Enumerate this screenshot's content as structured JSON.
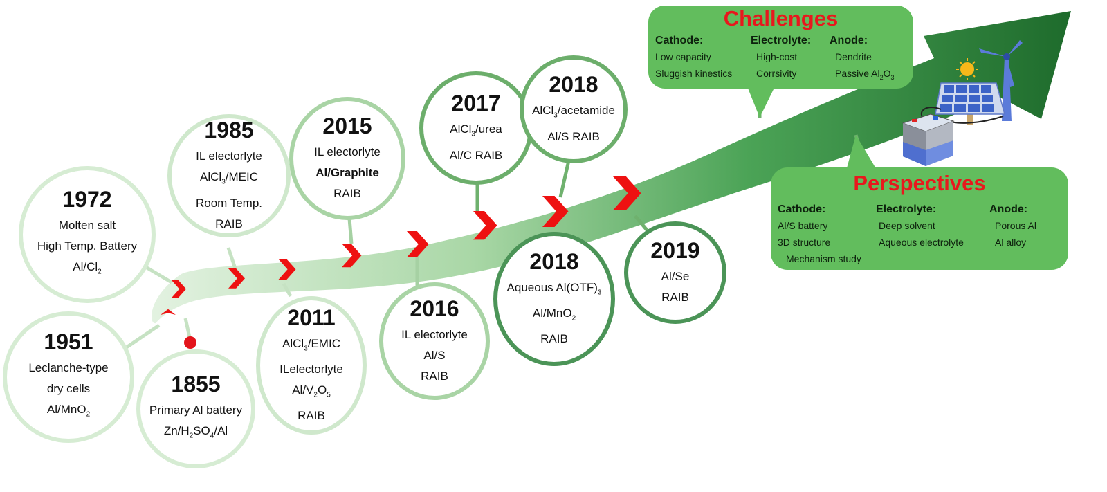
{
  "milestones": [
    {
      "id": "m1855",
      "year": "1855",
      "lines": [
        {
          "t": "Primary Al battery"
        },
        {
          "t": "Zn/H|2|SO|4|/Al"
        }
      ]
    },
    {
      "id": "m1951",
      "year": "1951",
      "lines": [
        {
          "t": "Leclanche-type"
        },
        {
          "t": "dry cells"
        },
        {
          "t": "Al/MnO|2"
        }
      ]
    },
    {
      "id": "m1972",
      "year": "1972",
      "lines": [
        {
          "t": "Molten salt"
        },
        {
          "t": "High Temp. Battery"
        },
        {
          "t": "Al/Cl|2"
        }
      ]
    },
    {
      "id": "m1985",
      "year": "1985",
      "lines": [
        {
          "t": "IL electorlyte"
        },
        {
          "t": "AlCl|3|/MEIC"
        },
        {
          "t": "Room Temp."
        },
        {
          "t": "RAIB"
        }
      ]
    },
    {
      "id": "m2011",
      "year": "2011",
      "lines": [
        {
          "t": "AlCl|3|/EMIC"
        },
        {
          "t": "ILelectorlyte"
        },
        {
          "t": "Al/V|2|O|5"
        },
        {
          "t": "RAIB"
        }
      ]
    },
    {
      "id": "m2015",
      "year": "2015",
      "lines": [
        {
          "t": "IL electorlyte"
        },
        {
          "t": "Al/Graphite",
          "b": true
        },
        {
          "t": "RAIB"
        }
      ]
    },
    {
      "id": "m2016",
      "year": "2016",
      "lines": [
        {
          "t": "IL electorlyte"
        },
        {
          "t": "Al/S"
        },
        {
          "t": "RAIB"
        }
      ]
    },
    {
      "id": "m2017",
      "year": "2017",
      "lines": [
        {
          "t": "AlCl|3|/urea"
        },
        {
          "t": "Al/C  RAIB"
        }
      ]
    },
    {
      "id": "m2018a",
      "year": "2018",
      "lines": [
        {
          "t": "AlCl|3|/acetamide"
        },
        {
          "t": "Al/S RAIB"
        }
      ]
    },
    {
      "id": "m2018b",
      "year": "2018",
      "lines": [
        {
          "t": "Aqueous Al(OTF)|3"
        },
        {
          "t": "Al/MnO|2"
        },
        {
          "t": "RAIB"
        }
      ]
    },
    {
      "id": "m2019",
      "year": "2019",
      "lines": [
        {
          "t": "Al/Se"
        },
        {
          "t": "RAIB"
        }
      ]
    }
  ],
  "challenges": {
    "title": "Challenges",
    "columns": [
      {
        "heading": "Cathode:",
        "items": [
          "Low capacity",
          "Sluggish kinestics"
        ]
      },
      {
        "heading": "Electrolyte:",
        "items": [
          "High-cost",
          "Corrsivity"
        ]
      },
      {
        "heading": "Anode:",
        "items": [
          "Dendrite",
          "Passive Al|2|O|3"
        ]
      }
    ]
  },
  "perspectives": {
    "title": "Perspectives",
    "columns": [
      {
        "heading": "Cathode:",
        "items": [
          "Al/S battery",
          "3D structure",
          "Mechanism study"
        ]
      },
      {
        "heading": "Electrolyte:",
        "items": [
          "Deep solvent",
          "Aqueous electrolyte"
        ]
      },
      {
        "heading": "Anode:",
        "items": [
          "Porous Al",
          "Al alloy"
        ]
      }
    ]
  },
  "colors": {
    "arrow_dark": "#1f6e2e",
    "arrow_light": "#dcefdc",
    "chevron": "#ee1111",
    "callout_fill": "#62bd5d",
    "callout_title": "#e8181d",
    "start_dot": "#e3141b"
  },
  "icons": [
    "solar-panel-icon",
    "wind-turbine-icon",
    "sun-icon",
    "battery-icon"
  ]
}
